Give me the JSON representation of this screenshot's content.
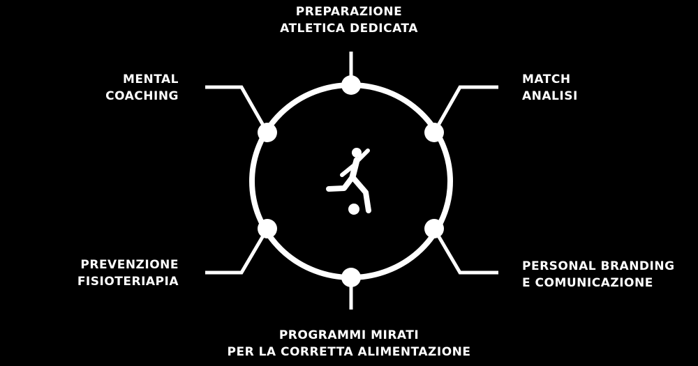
{
  "colors": {
    "background": "#000000",
    "foreground": "#ffffff"
  },
  "center_icon": "soccer-player-kicking-ball-icon",
  "services": {
    "top": {
      "line1": "PREPARAZIONE",
      "line2": "ATLETICA DEDICATA"
    },
    "top_right": {
      "line1": "MATCH",
      "line2": "ANALISI"
    },
    "bottom_right": {
      "line1": "PERSONAL BRANDING",
      "line2": "E COMUNICAZIONE"
    },
    "bottom": {
      "line1": "PROGRAMMI MIRATI",
      "line2": "PER LA CORRETTA ALIMENTAZIONE"
    },
    "bottom_left": {
      "line1": "PREVENZIONE",
      "line2": "FISIOTERIAPIA"
    },
    "top_left": {
      "line1": "MENTAL",
      "line2": "COACHING"
    }
  }
}
